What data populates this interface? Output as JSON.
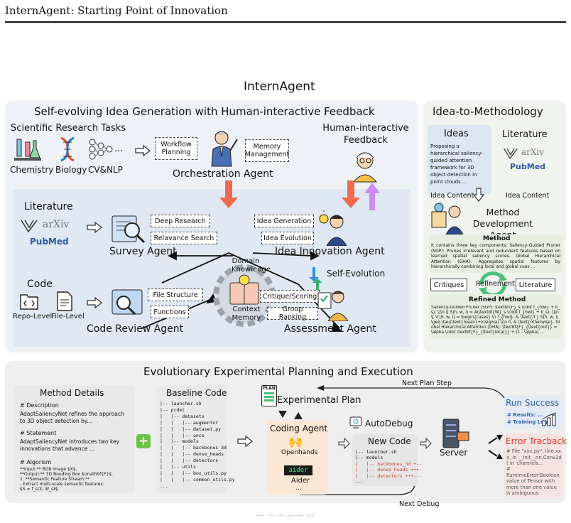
{
  "header": "InternAgent: Starting Point of Innovation",
  "diagram_title": "InternAgent",
  "top_left": {
    "title": "Self-evolving Idea Generation with Human-interactive Feedback",
    "tasks_title": "Scientific Research Tasks",
    "tasks": [
      "Chemistry",
      "Biology",
      "CV&NLP"
    ],
    "ellipsis": "...",
    "workflow_planning": "Workflow Planning",
    "memory_management": "Memory Management",
    "orchestration_agent": "Orchestration Agent",
    "human_feedback": "Human-interactive Feedback",
    "literature": "Literature",
    "arxiv": "arXiv",
    "pubmed": "PubMed",
    "deep_research": "Deep Research",
    "relevance_search": "Relavance Search",
    "survey_agent": "Survey Agent",
    "idea_generation": "Idea Generation",
    "idea_evolution": "Idea Evolution",
    "idea_innovation_agent": "Idea Innovation Agent",
    "domain_knowledge": "Domain Knowledge",
    "context_memory": "Context Memory",
    "self_evolution": "Self-Evolution",
    "code": "Code",
    "repo_level": "Repo-Level",
    "file_level": "File-Level",
    "file_structure": "File Structure",
    "functions": "Functions",
    "code_review_agent": "Code Review Agent",
    "critique_scoring": "Critique/Scoring",
    "group_ranking": "Group Ranking",
    "assessment_agent": "Assessment Agent"
  },
  "top_right": {
    "title": "Idea-to-Methodology",
    "ideas_title": "Ideas",
    "ideas_text": "Proposing a hierarchical saliency-guided attention framework for 3D object detection in point clouds ...",
    "literature": "Literature",
    "arxiv": "arXiv",
    "pubmed": "PubMed",
    "idea_content_left": "Idea Content",
    "idea_content_right": "Idea Content",
    "method_dev_agent": "Method Development Agent",
    "method_title": "Method",
    "method_text": "It contains three key components: Saliency-Guided Pruner (SGP): Prunes irrelevant and redundant features based on learned spatial saliency scores. Global Hierarchical Attention (GHA): Aggregates spatial features by hierarchically combining local and global cues ...",
    "critiques": "Critiques",
    "refinement": "Refinement",
    "literature_box": "Literature",
    "refined_title": "Refined Method",
    "refined_text": "Saliency-Guided Pruner (SGP): \\textbf{F}_s \\cdot f_{hwl} + b_s), \\]\\n \\[ S(h, w, l) = A(\\textbf{W}_s \\cdot f_{hwl} + b_s), \\]\\n \\[ V'(h, w, l) = \\begin{cases} \\n f_{hwl}, & \\text{if } S(h, w, l) \\geq \\tau(\\text{mean}+k\\sigma) \\\\\\n 0, & \\text{otherwise}. Global Hierarchical Attention (GHA): \\textbf{F}_{\\text{out}} = \\alpha \\cdot \\textbf{F}_{\\text{local}} + (1 - \\alpha) ..."
  },
  "bottom": {
    "title": "Evolutionary Experimental Planning and Execution",
    "method_details": "Method Details",
    "description_h": "# Description",
    "description": "AdaptSaliencyNet refines the approach to 3D object detection by...",
    "statement_h": "# Statement",
    "statement": "AdaptSaliencyNet introduces two key innovations that advance ...",
    "algorism_h": "# Algorism",
    "algorism_lines": [
      "**Input:** RGB image $X$.",
      "**Output:** 3D Bouding Box $\\mathbf{F}$.",
      "1. **Semantic Feature Stream:**",
      "- Extract multi-scale semantic features:",
      "$S = f_s(X; W_s)$."
    ],
    "baseline_code": "Baseline Code",
    "baseline_tree": [
      "|-- launcher.sh",
      "|-- pcdet",
      "|   |-- datasets",
      "|   |   |-- augmentor",
      "|   |   |-- dataset.py",
      "|   |   |-- once",
      "|   |-- models",
      "|   |   |-- backbones_3d",
      "|   |   |-- dense_heads",
      "|   |   |-- detectors",
      "|   |-- utils",
      "|   |   |-- box_utils.py",
      "|   |   |-- common_utils.py",
      "..."
    ],
    "plan_icon": "PLAN",
    "experimental_plan": "Experimental Plan",
    "next_plan_step": "Next Plan Step",
    "coding_agent": "Coding Agent",
    "openhands": "Openhands",
    "aider_logo": "aider",
    "aider": "Aider",
    "coding_more": "...",
    "autodebug": "AutoDebug",
    "new_code": "New Code",
    "new_tree": [
      {
        "t": "|-- launcher.sh",
        "red": false
      },
      {
        "t": "|-- models",
        "red": false
      },
      {
        "t": "|   |-- backbones_3d +--",
        "red": true
      },
      {
        "t": "|   |-- dense_heads +++-",
        "red": true
      },
      {
        "t": "|   |-- detectors +++---",
        "red": true
      },
      {
        "t": "...",
        "red": false
      }
    ],
    "server": "Server",
    "run_success": "Run Success",
    "results": "# Results: ...",
    "training_logs": "# Training Logs",
    "error_traceback": "Error Tracback",
    "error_text": "# File \"xxx.py\", line xxx, in __init__nn.Conv2d( in_channels...",
    "runtime_error": "# RuntimeError:Boolean value of Tensor with more than one value is ambiguous",
    "next_debug": "Next Debug"
  },
  "footer_caption": "... ... ... ... ... ...",
  "colors": {
    "top_left_bg": "#eef2f7",
    "inner_bg": "#e0e9f3",
    "top_right_bg": "#f1f4ee",
    "bottom_bg": "#efefef",
    "red_arrow": "#ef6a4e",
    "purple_arrow": "#c98cf2",
    "green_refine": "#49c07b",
    "blue_title": "#2b5fa8",
    "red_title": "#d23a2a",
    "coding_bg": "#fbe7d3"
  }
}
